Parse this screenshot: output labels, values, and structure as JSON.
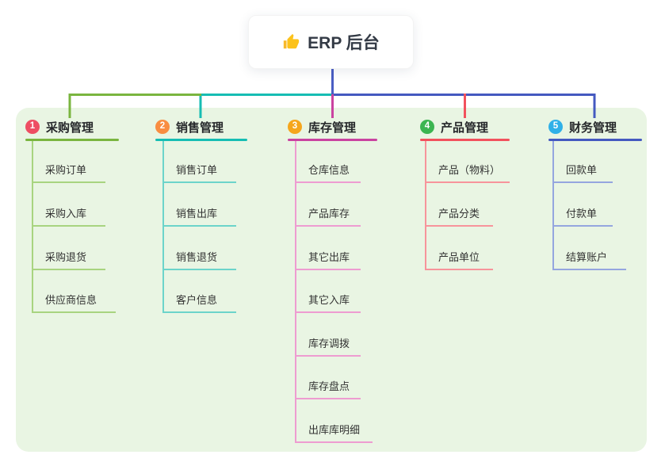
{
  "root": {
    "label": "ERP 后台",
    "icon": "thumbs-up-icon"
  },
  "colors": {
    "panel_background": "#e9f5e3",
    "root_line": "#4a5ec4",
    "branch1_main": "#7ab53f",
    "branch1_light": "#a8d480",
    "branch1_badge": "#ee4e63",
    "branch2_main": "#16bdb3",
    "branch2_light": "#6cd4ca",
    "branch2_badge": "#f98d41",
    "branch3_main": "#ca43a0",
    "branch3_light": "#ee9cd1",
    "branch3_badge": "#f5a61d",
    "branch4_main": "#f2515d",
    "branch4_light": "#f7949b",
    "branch4_badge": "#3cb551",
    "branch5_main": "#4459c0",
    "branch5_light": "#95a6df",
    "branch5_badge": "#2fb0e8"
  },
  "branches": [
    {
      "num": "1",
      "label": "采购管理",
      "children": [
        "采购订单",
        "采购入库",
        "采购退货",
        "供应商信息"
      ]
    },
    {
      "num": "2",
      "label": "销售管理",
      "children": [
        "销售订单",
        "销售出库",
        "销售退货",
        "客户信息"
      ]
    },
    {
      "num": "3",
      "label": "库存管理",
      "children": [
        "仓库信息",
        "产品库存",
        "其它出库",
        "其它入库",
        "库存调拨",
        "库存盘点",
        "出库库明细"
      ]
    },
    {
      "num": "4",
      "label": "产品管理",
      "children": [
        "产品（物料）",
        "产品分类",
        "产品单位"
      ]
    },
    {
      "num": "5",
      "label": "财务管理",
      "children": [
        "回款单",
        "付款单",
        "结算账户"
      ]
    }
  ]
}
